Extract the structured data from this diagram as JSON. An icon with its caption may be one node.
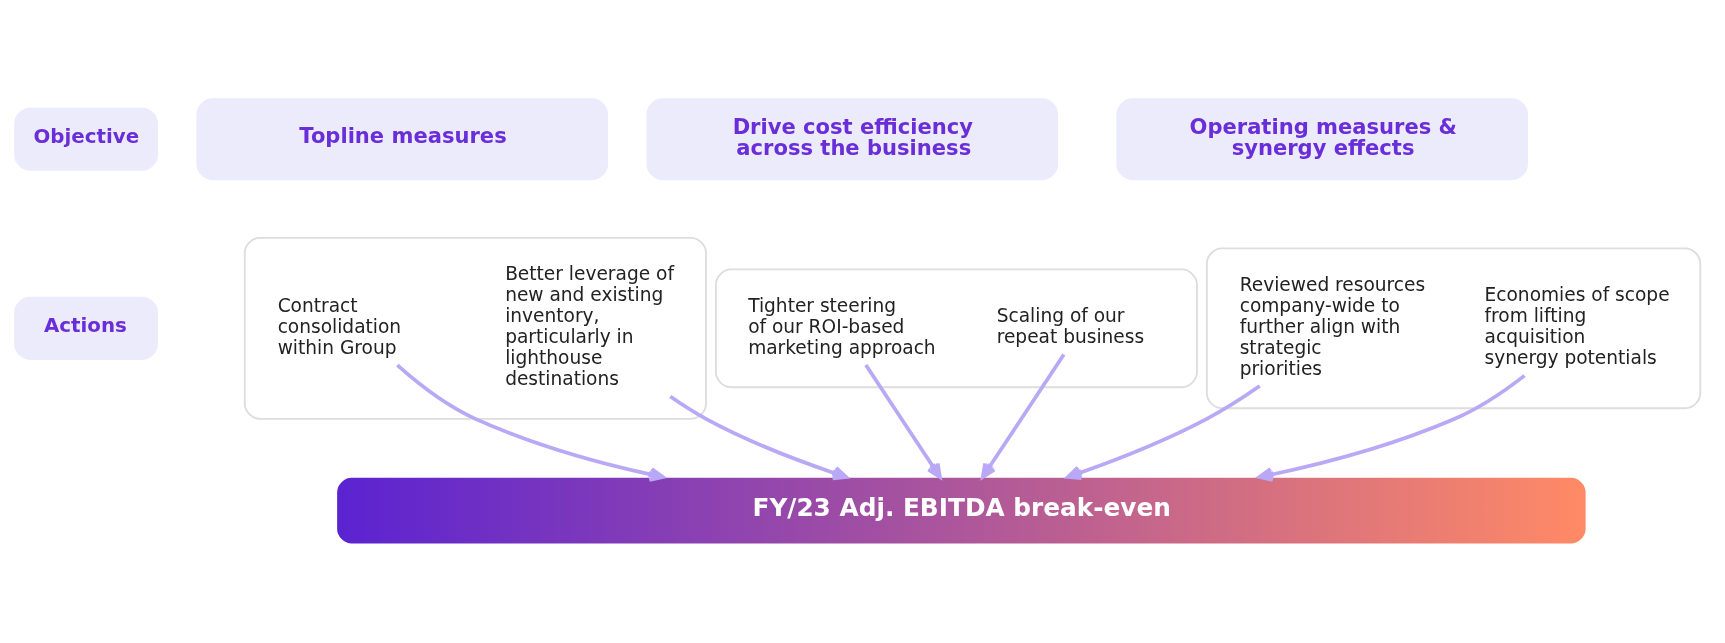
{
  "diagram": {
    "nodes": [
      {
        "text": [
          "Objective"
        ]
      },
      {
        "text": [
          "Topline measures"
        ]
      },
      {
        "text": [
          "Drive cost efficiency across the business"
        ]
      },
      {
        "text": [
          "Operating measures & synergy effects"
        ]
      },
      {
        "text": [
          "Actions"
        ]
      },
      {
        "text": [],
        "shape": "box"
      },
      {
        "text": [
          "Contract consolidation within Group"
        ],
        "in": 5
      },
      {
        "text": [
          "Better leverage of new and existing inventory, particularly in lighthouse destinations"
        ],
        "in": 5
      },
      {
        "text": [],
        "shape": "box"
      },
      {
        "text": [
          "Tighter steering of our ROI-based marketing approach"
        ],
        "in": 8
      },
      {
        "text": [
          "Scaling of our repeat business"
        ],
        "in": 8
      },
      {
        "text": [],
        "shape": "box"
      },
      {
        "text": [
          "Reviewed resources company-wide to further align with strategic priorities"
        ],
        "in": 11
      },
      {
        "text": [
          "Economies of scope from lifting acquisition synergy potentials"
        ],
        "in": 11
      },
      {
        "text": [
          "FY/23 Adj. EBITDA break-even"
        ]
      }
    ],
    "edges": [
      {
        "from": 6,
        "to": 14,
        "arrow": "to"
      },
      {
        "from": 7,
        "to": 14,
        "arrow": "to"
      },
      {
        "from": 9,
        "to": 14,
        "arrow": "to"
      },
      {
        "from": 10,
        "to": 14,
        "arrow": "to"
      },
      {
        "from": 12,
        "to": 14,
        "arrow": "to"
      },
      {
        "from": 13,
        "to": 14,
        "arrow": "to"
      }
    ]
  }
}
